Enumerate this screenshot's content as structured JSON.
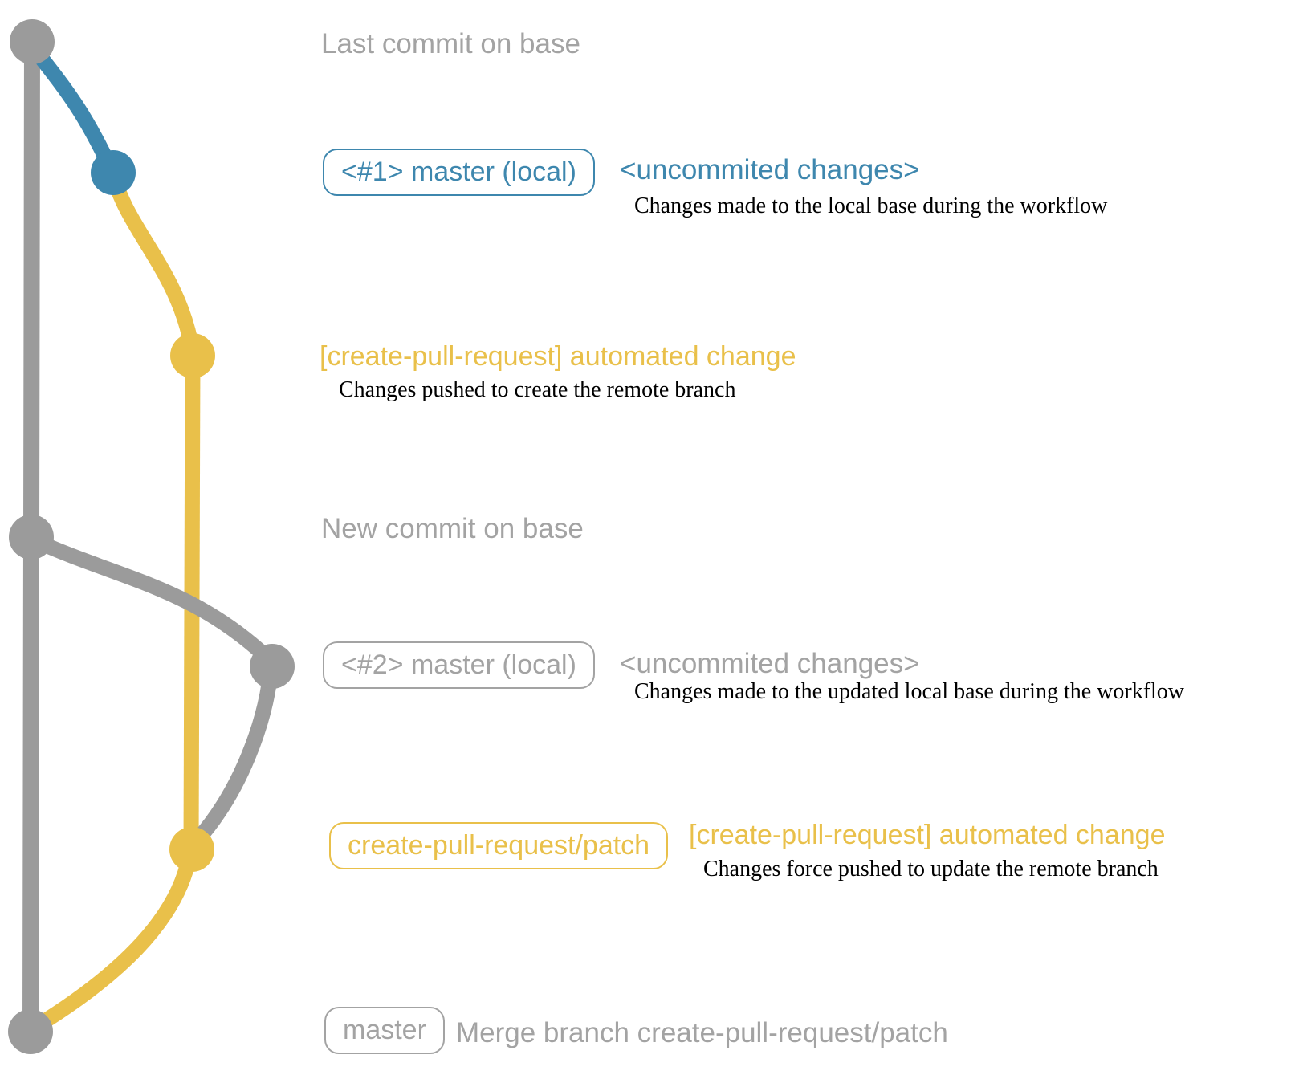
{
  "colors": {
    "background": "#ffffff",
    "base_gray": "#9b9b9b",
    "label_gray": "#a3a3a3",
    "branch_blue": "#3e87ae",
    "branch_yellow": "#e9c04a",
    "description_black": "#000000"
  },
  "annotations": [
    {
      "heading": {
        "text": "Last commit on base"
      }
    },
    {
      "pill": {
        "text": "<#1> master (local)"
      },
      "heading": {
        "text": "<uncommited changes>"
      },
      "description": "Changes made to the local base during the workflow"
    },
    {
      "heading": {
        "text": "[create-pull-request] automated change"
      },
      "description": "Changes pushed to create the remote branch"
    },
    {
      "heading": {
        "text": "New commit on base"
      }
    },
    {
      "pill": {
        "text": "<#2> master (local)"
      },
      "heading": {
        "text": "<uncommited changes>"
      },
      "description": "Changes made to the updated local base during the workflow"
    },
    {
      "pill": {
        "text": "create-pull-request/patch"
      },
      "heading": {
        "text": "[create-pull-request] automated change"
      },
      "description": "Changes force pushed to update the remote branch"
    },
    {
      "pill": {
        "text": "master"
      },
      "heading": {
        "text": "Merge branch create-pull-request/patch"
      }
    }
  ]
}
